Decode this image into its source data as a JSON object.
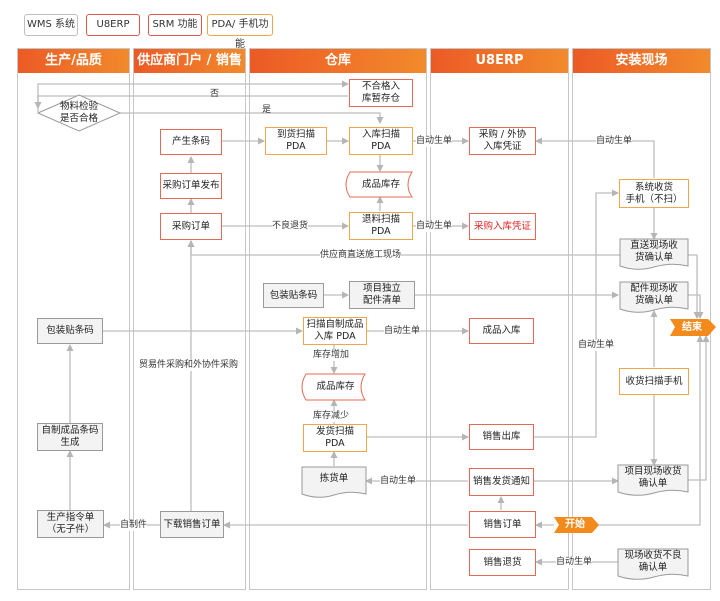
{
  "legend": {
    "wms": "WMS 系统",
    "u8erp": "U8ERP",
    "srm": "SRM 功能",
    "pda": "PDA/ 手机功能"
  },
  "lanes": {
    "production": "生产/品质",
    "supplier": "供应商门户 / 销售",
    "warehouse": "仓库",
    "u8erp": "U8ERP",
    "install": "安装现场"
  },
  "nodes": {
    "inspection": "物料检验\n是否合格",
    "unqualified_storage": "不合格入\n库暂存仓",
    "barcode_gen": "产生条码",
    "arrival_scan": "到货扫描\nPDA",
    "inbound_scan": "入库扫描\nPDA",
    "purchase_voucher": "采购 / 外协\n入库凭证",
    "system_receive": "系统收货\n手机（不扫）",
    "po_release": "采购订单发布",
    "finished_stock_1": "成品库存",
    "purchase_order": "采购订单",
    "return_scan": "退料扫描\nPDA",
    "purchase_in_voucher": "采购入库凭证",
    "direct_confirm": "直送现场收\n货确认单",
    "pack_label_wh": "包装贴条码",
    "project_parts": "项目独立\n配件清单",
    "parts_confirm": "配件现场收\n货确认单",
    "pack_label_prod": "包装贴条码",
    "scan_self_made": "扫描自制成品\n入库 PDA",
    "finished_in": "成品入库",
    "end": "结束",
    "finished_stock_2": "成品库存",
    "receive_scan_phone": "收货扫描手机",
    "self_made_barcode": "自制成品条码\n生成",
    "ship_scan": "发货扫描\nPDA",
    "sales_out": "销售出库",
    "project_confirm": "项目现场收货\n确认单",
    "picking": "拣货单",
    "ship_notice": "销售发货通知",
    "prod_order": "生产指令单\n（无子件）",
    "issue_sales_order": "下载销售订单",
    "sales_order": "销售订单",
    "start": "开始",
    "sales_return": "销售退货",
    "reject_confirm": "现场收货不良\n确认单"
  },
  "labels": {
    "no": "否",
    "yes": "是",
    "auto1": "自动生单",
    "auto2": "自动生单",
    "bad_return": "不良退货",
    "auto3": "自动生单",
    "supplier_direct": "供应商直送施工现场",
    "auto4": "自动生单",
    "auto5": "自动生单",
    "stock_inc": "库存增加",
    "trade_purchase": "贸易件采购和外协件采购",
    "stock_dec": "库存减少",
    "auto6": "自动生单",
    "self_made": "自制件",
    "auto7": "自动生单"
  },
  "colors": {
    "header_start": "#ec5a25",
    "header_end": "#f28a2c",
    "erp_border": "#e46a55",
    "pda_border": "#f0a74a",
    "wms_border": "#9a9a9a",
    "accent": "#f28a1c",
    "red_text": "#e02020"
  }
}
